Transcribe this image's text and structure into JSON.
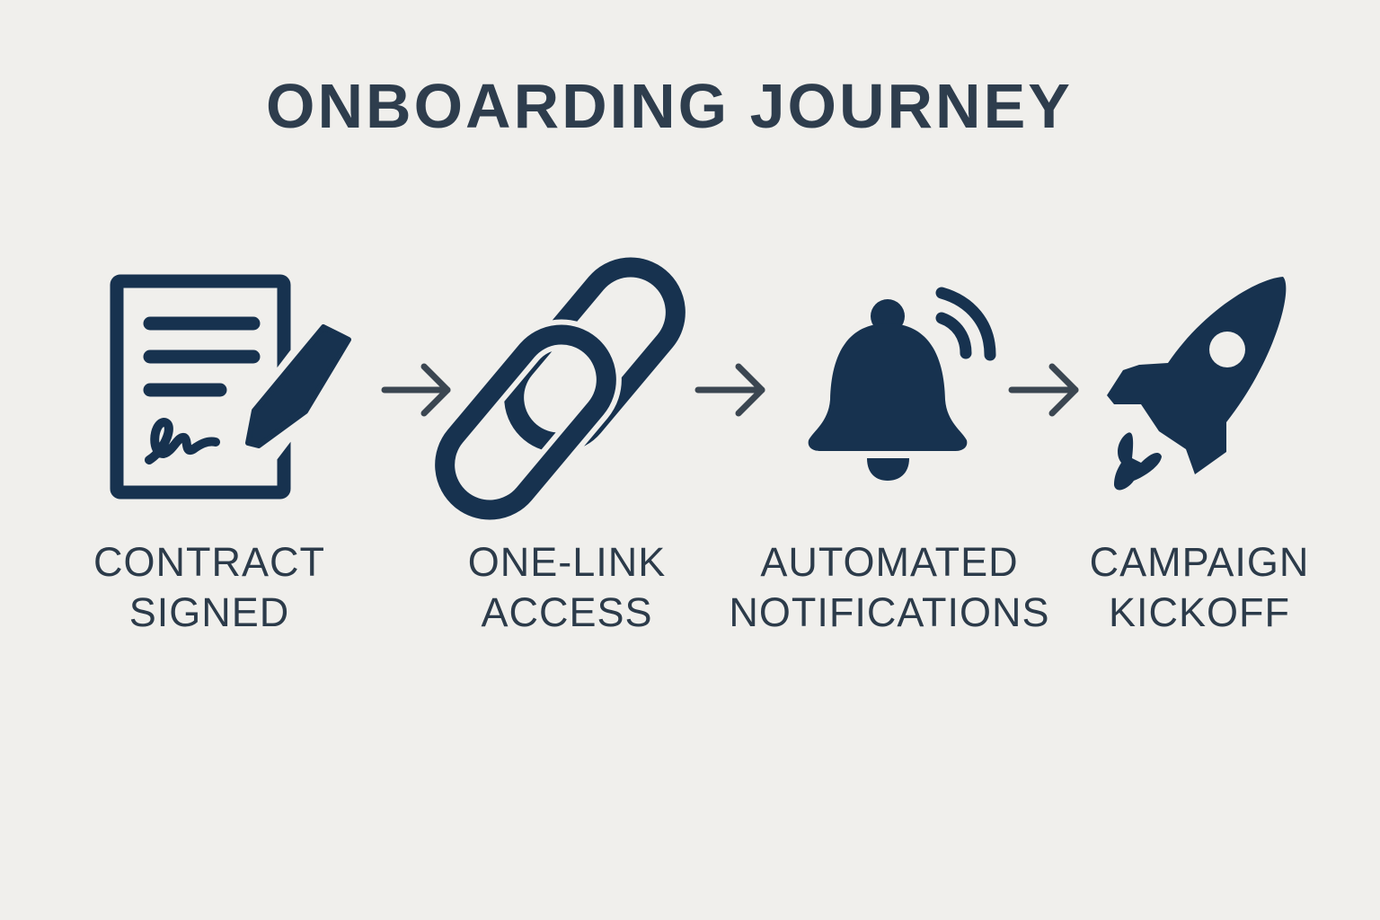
{
  "title": "ONBOARDING JOURNEY",
  "colors": {
    "icon": "#17324f",
    "text": "#2c3b4a",
    "arrow": "#3b4651",
    "background": "#f0efec"
  },
  "steps": [
    {
      "icon": "signed-contract-icon",
      "line1": "CONTRACT",
      "line2": "SIGNED"
    },
    {
      "icon": "chain-link-icon",
      "line1": "ONE-LINK",
      "line2": "ACCESS"
    },
    {
      "icon": "ringing-bell-icon",
      "line1": "AUTOMATED",
      "line2": "NOTIFICATIONS"
    },
    {
      "icon": "rocket-icon",
      "line1": "CAMPAIGN",
      "line2": "KICKOFF"
    }
  ]
}
